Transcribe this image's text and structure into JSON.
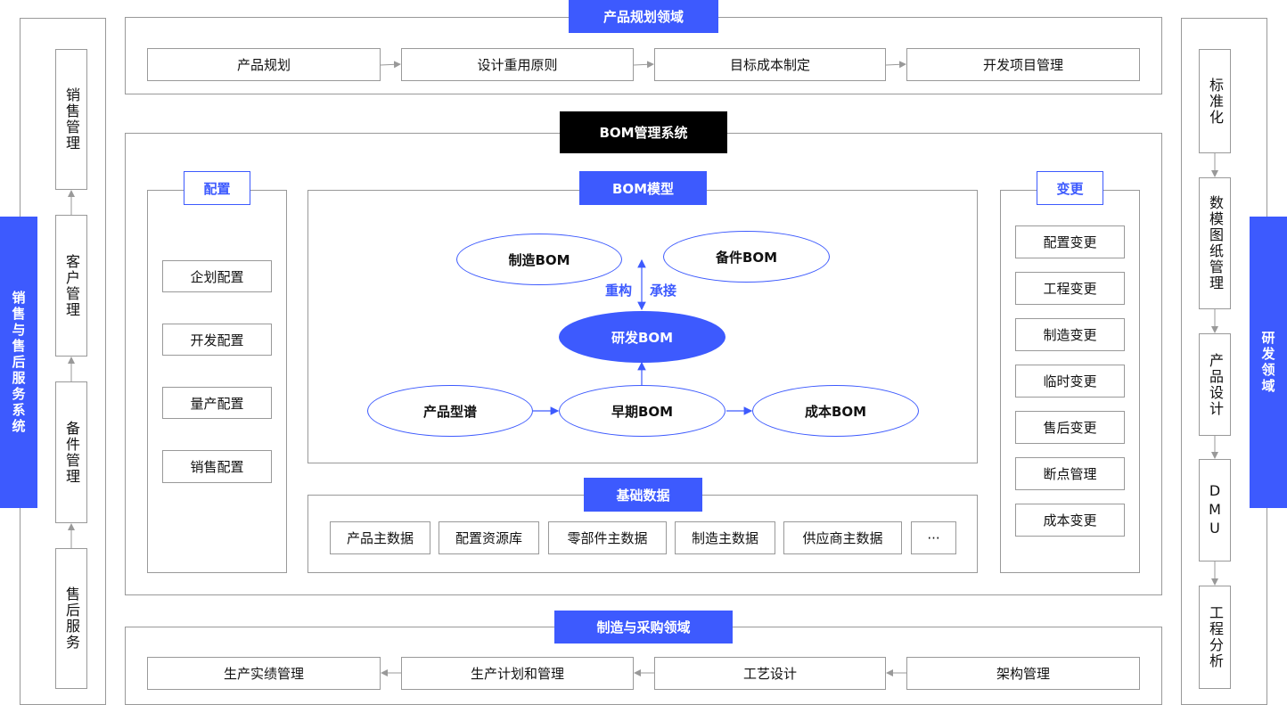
{
  "left": {
    "bar": "销售与售后服务系统",
    "items": [
      "销售管理",
      "客户管理",
      "备件管理",
      "售后服务"
    ]
  },
  "right": {
    "bar": "研发领域",
    "items": [
      "标准化",
      "数模图纸管理",
      "产品设计",
      "DMU",
      "工程分析"
    ]
  },
  "top": {
    "title": "产品规划领域",
    "items": [
      "产品规划",
      "设计重用原则",
      "目标成本制定",
      "开发项目管理"
    ]
  },
  "bottom": {
    "title": "制造与采购领域",
    "items": [
      "生产实绩管理",
      "生产计划和管理",
      "工艺设计",
      "架构管理"
    ]
  },
  "bom": {
    "title": "BOM管理系统",
    "config": {
      "title": "配置",
      "items": [
        "企划配置",
        "开发配置",
        "量产配置",
        "销售配置"
      ]
    },
    "model": {
      "title": "BOM模型",
      "manufacturing": "制造BOM",
      "spare": "备件BOM",
      "rd": "研发BOM",
      "spectrum": "产品型谱",
      "early": "早期BOM",
      "cost": "成本BOM",
      "restructure": "重构",
      "inherit": "承接"
    },
    "base": {
      "title": "基础数据",
      "items": [
        "产品主数据",
        "配置资源库",
        "零部件主数据",
        "制造主数据",
        "供应商主数据",
        "···"
      ]
    },
    "change": {
      "title": "变更",
      "items": [
        "配置变更",
        "工程变更",
        "制造变更",
        "临时变更",
        "售后变更",
        "断点管理",
        "成本变更"
      ]
    }
  },
  "colors": {
    "accent": "#3d5afe",
    "border": "#999999"
  }
}
